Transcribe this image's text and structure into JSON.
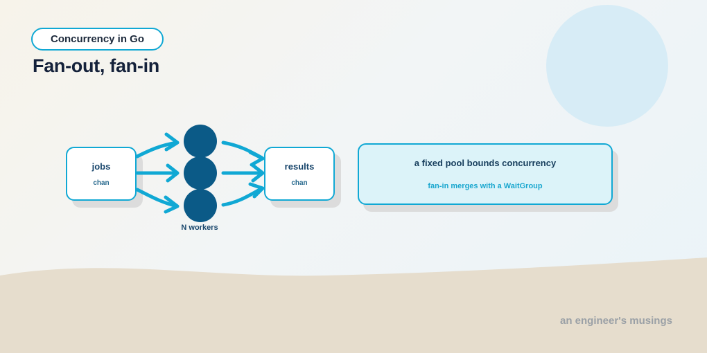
{
  "header": {
    "tag": "Concurrency in Go",
    "title": "Fan-out, fan-in"
  },
  "diagram": {
    "jobs": {
      "label": "jobs",
      "sub": "chan"
    },
    "results": {
      "label": "results",
      "sub": "chan"
    },
    "workers": {
      "label": "N workers",
      "count_shown": 3
    },
    "note": {
      "main": "a fixed pool bounds concurrency",
      "sub": "fan-in merges with a WaitGroup"
    }
  },
  "footer": {
    "credit": "an engineer's musings"
  },
  "colors": {
    "accent": "#10a8d4",
    "worker": "#0b5a87",
    "text_dark": "#14213a",
    "sand": "#e6ddcd",
    "sky_circle": "#d7ecf6"
  }
}
